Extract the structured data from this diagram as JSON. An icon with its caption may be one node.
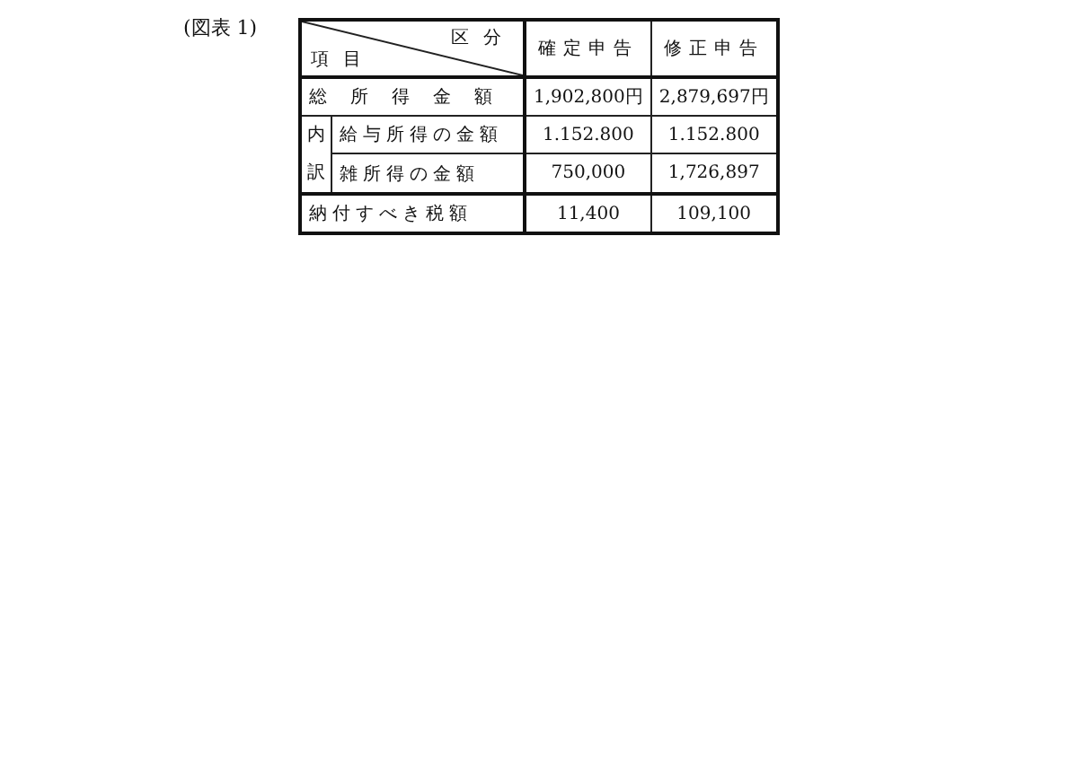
{
  "diagram": {
    "title": "(図表 1)",
    "labels": [
      "区分",
      "項目",
      "確定申告",
      "修正申告",
      "総所得金額",
      "1,902,800円",
      "2,879,697円",
      "内訳",
      "給与所得の金額",
      "1.152.800",
      "1.152.800",
      "雑所得の金額",
      "750,000",
      "1,726,897",
      "納付すべき税額",
      "11,400",
      "109,100"
    ]
  }
}
